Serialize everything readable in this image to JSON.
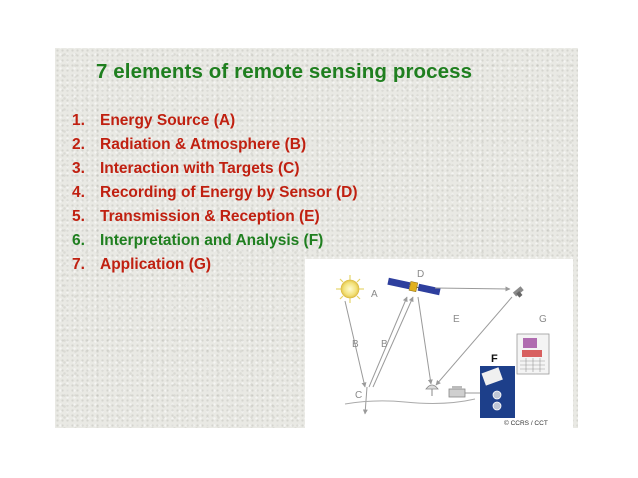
{
  "slide": {
    "title": "7 elements of remote sensing process",
    "items": [
      {
        "num": "1.",
        "text": "Energy Source (A)",
        "color": "#c02010"
      },
      {
        "num": "2.",
        "text": "Radiation & Atmosphere (B)",
        "color": "#c02010"
      },
      {
        "num": "3.",
        "text": "Interaction with Targets (C)",
        "color": "#c02010"
      },
      {
        "num": "4.",
        "text": "Recording of Energy by Sensor (D)",
        "color": "#c02010"
      },
      {
        "num": "5.",
        "text": "Transmission & Reception (E)",
        "color": "#c02010"
      },
      {
        "num": "6.",
        "text": "Interpretation and Analysis (F)",
        "color": "#1f7f1f"
      },
      {
        "num": "7.",
        "text": "Application (G)",
        "color": "#c02010"
      }
    ]
  },
  "diagram": {
    "labels": {
      "a": "A",
      "b1": "B",
      "b2": "B",
      "c": "C",
      "d": "D",
      "e": "E",
      "f": "F",
      "g": "G"
    },
    "credit": "© CCRS / CCT"
  },
  "colors": {
    "title": "#1f7f1f",
    "accent_red": "#c02010"
  }
}
